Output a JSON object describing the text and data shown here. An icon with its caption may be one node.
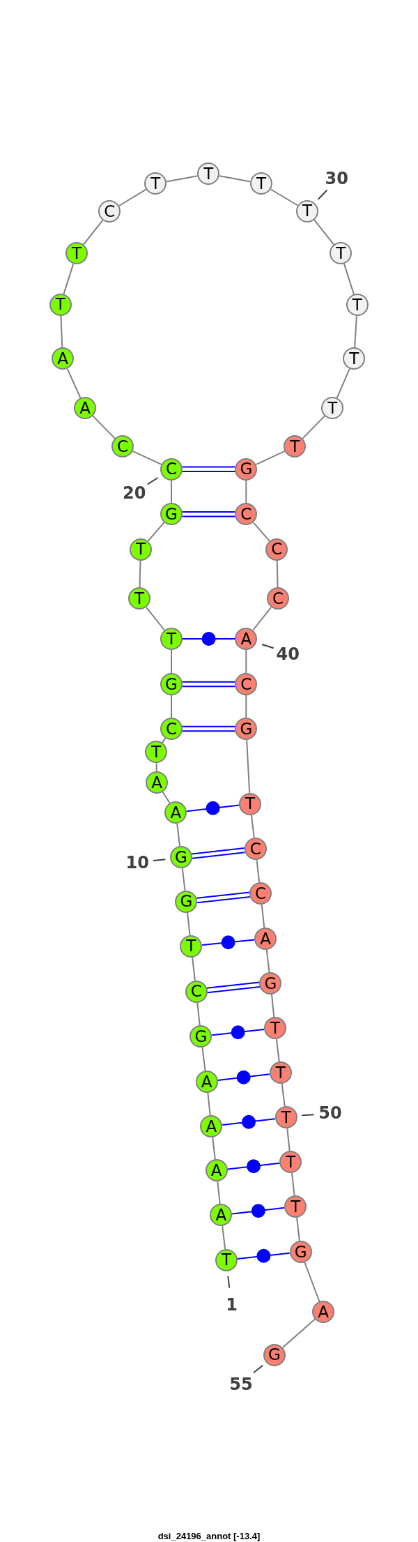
{
  "diagram": {
    "caption": "dsi_24196_annot [-13.4]",
    "nodes": [
      {
        "text": [
          "T"
        ],
        "beside": [
          "1"
        ]
      },
      {
        "text": [
          "A"
        ]
      },
      {
        "text": [
          "A"
        ]
      },
      {
        "text": [
          "A"
        ]
      },
      {
        "text": [
          "A"
        ]
      },
      {
        "text": [
          "G"
        ]
      },
      {
        "text": [
          "C"
        ]
      },
      {
        "text": [
          "T"
        ]
      },
      {
        "text": [
          "G"
        ]
      },
      {
        "text": [
          "G"
        ],
        "beside": [
          "10"
        ]
      },
      {
        "text": [
          "A"
        ]
      },
      {
        "text": [
          "A"
        ]
      },
      {
        "text": [
          "T"
        ]
      },
      {
        "text": [
          "C"
        ]
      },
      {
        "text": [
          "G"
        ]
      },
      {
        "text": [
          "T"
        ]
      },
      {
        "text": [
          "T"
        ]
      },
      {
        "text": [
          "T"
        ]
      },
      {
        "text": [
          "G"
        ]
      },
      {
        "text": [
          "C"
        ],
        "beside": [
          "20"
        ]
      },
      {
        "text": [
          "C"
        ]
      },
      {
        "text": [
          "A"
        ]
      },
      {
        "text": [
          "A"
        ]
      },
      {
        "text": [
          "T"
        ]
      },
      {
        "text": [
          "T"
        ]
      },
      {
        "text": [
          "C"
        ]
      },
      {
        "text": [
          "T"
        ]
      },
      {
        "text": [
          "T"
        ]
      },
      {
        "text": [
          "T"
        ]
      },
      {
        "text": [
          "T"
        ],
        "beside": [
          "30"
        ]
      },
      {
        "text": [
          "T"
        ]
      },
      {
        "text": [
          "T"
        ]
      },
      {
        "text": [
          "T"
        ]
      },
      {
        "text": [
          "T"
        ]
      },
      {
        "text": [
          "T"
        ]
      },
      {
        "text": [
          "G"
        ]
      },
      {
        "text": [
          "C"
        ]
      },
      {
        "text": [
          "C"
        ]
      },
      {
        "text": [
          "C"
        ]
      },
      {
        "text": [
          "A"
        ],
        "beside": [
          "40"
        ]
      },
      {
        "text": [
          "C"
        ]
      },
      {
        "text": [
          "G"
        ]
      },
      {
        "text": [
          "T"
        ]
      },
      {
        "text": [
          "C"
        ]
      },
      {
        "text": [
          "C"
        ]
      },
      {
        "text": [
          "A"
        ]
      },
      {
        "text": [
          "G"
        ]
      },
      {
        "text": [
          "T"
        ]
      },
      {
        "text": [
          "T"
        ]
      },
      {
        "text": [
          "T"
        ],
        "beside": [
          "50"
        ]
      },
      {
        "text": [
          "T"
        ]
      },
      {
        "text": [
          "T"
        ]
      },
      {
        "text": [
          "G"
        ]
      },
      {
        "text": [
          "A"
        ]
      },
      {
        "text": [
          "G"
        ],
        "beside": [
          "55"
        ]
      }
    ],
    "edges": [
      {
        "from": 0,
        "to": 1,
        "arrow": "none"
      },
      {
        "from": 1,
        "to": 2,
        "arrow": "none"
      },
      {
        "from": 2,
        "to": 3,
        "arrow": "none"
      },
      {
        "from": 3,
        "to": 4,
        "arrow": "none"
      },
      {
        "from": 4,
        "to": 5,
        "arrow": "none"
      },
      {
        "from": 5,
        "to": 6,
        "arrow": "none"
      },
      {
        "from": 6,
        "to": 7,
        "arrow": "none"
      },
      {
        "from": 7,
        "to": 8,
        "arrow": "none"
      },
      {
        "from": 8,
        "to": 9,
        "arrow": "none"
      },
      {
        "from": 9,
        "to": 10,
        "arrow": "none"
      },
      {
        "from": 10,
        "to": 11,
        "arrow": "none"
      },
      {
        "from": 11,
        "to": 12,
        "arrow": "none"
      },
      {
        "from": 12,
        "to": 13,
        "arrow": "none"
      },
      {
        "from": 13,
        "to": 14,
        "arrow": "none"
      },
      {
        "from": 14,
        "to": 15,
        "arrow": "none"
      },
      {
        "from": 15,
        "to": 16,
        "arrow": "none"
      },
      {
        "from": 16,
        "to": 17,
        "arrow": "none"
      },
      {
        "from": 17,
        "to": 18,
        "arrow": "none"
      },
      {
        "from": 18,
        "to": 19,
        "arrow": "none"
      },
      {
        "from": 19,
        "to": 20,
        "arrow": "none"
      },
      {
        "from": 20,
        "to": 21,
        "arrow": "none"
      },
      {
        "from": 21,
        "to": 22,
        "arrow": "none"
      },
      {
        "from": 22,
        "to": 23,
        "arrow": "none"
      },
      {
        "from": 23,
        "to": 24,
        "arrow": "none"
      },
      {
        "from": 24,
        "to": 25,
        "arrow": "none"
      },
      {
        "from": 25,
        "to": 26,
        "arrow": "none"
      },
      {
        "from": 26,
        "to": 27,
        "arrow": "none"
      },
      {
        "from": 27,
        "to": 28,
        "arrow": "none"
      },
      {
        "from": 28,
        "to": 29,
        "arrow": "none"
      },
      {
        "from": 29,
        "to": 30,
        "arrow": "none"
      },
      {
        "from": 30,
        "to": 31,
        "arrow": "none"
      },
      {
        "from": 31,
        "to": 32,
        "arrow": "none"
      },
      {
        "from": 32,
        "to": 33,
        "arrow": "none"
      },
      {
        "from": 33,
        "to": 34,
        "arrow": "none"
      },
      {
        "from": 34,
        "to": 35,
        "arrow": "none"
      },
      {
        "from": 35,
        "to": 36,
        "arrow": "none"
      },
      {
        "from": 36,
        "to": 37,
        "arrow": "none"
      },
      {
        "from": 37,
        "to": 38,
        "arrow": "none"
      },
      {
        "from": 38,
        "to": 39,
        "arrow": "none"
      },
      {
        "from": 39,
        "to": 40,
        "arrow": "none"
      },
      {
        "from": 40,
        "to": 41,
        "arrow": "none"
      },
      {
        "from": 41,
        "to": 42,
        "arrow": "none"
      },
      {
        "from": 42,
        "to": 43,
        "arrow": "none"
      },
      {
        "from": 43,
        "to": 44,
        "arrow": "none"
      },
      {
        "from": 44,
        "to": 45,
        "arrow": "none"
      },
      {
        "from": 45,
        "to": 46,
        "arrow": "none"
      },
      {
        "from": 46,
        "to": 47,
        "arrow": "none"
      },
      {
        "from": 47,
        "to": 48,
        "arrow": "none"
      },
      {
        "from": 48,
        "to": 49,
        "arrow": "none"
      },
      {
        "from": 49,
        "to": 50,
        "arrow": "none"
      },
      {
        "from": 50,
        "to": 51,
        "arrow": "none"
      },
      {
        "from": 51,
        "to": 52,
        "arrow": "none"
      },
      {
        "from": 52,
        "to": 53,
        "arrow": "none"
      },
      {
        "from": 53,
        "to": 54,
        "arrow": "none"
      },
      {
        "from": 0,
        "to": 52,
        "arrow": "none",
        "color": "#0000ff"
      },
      {
        "from": 1,
        "to": 51,
        "arrow": "none",
        "color": "#0000ff"
      },
      {
        "from": 2,
        "to": 50,
        "arrow": "none",
        "color": "#0000ff"
      },
      {
        "from": 3,
        "to": 49,
        "arrow": "none",
        "color": "#0000ff"
      },
      {
        "from": 4,
        "to": 48,
        "arrow": "none",
        "color": "#0000ff"
      },
      {
        "from": 5,
        "to": 47,
        "arrow": "none",
        "color": "#0000ff"
      },
      {
        "from": 6,
        "to": 46,
        "arrow": "none",
        "color": "#0000ff"
      },
      {
        "from": 7,
        "to": 45,
        "arrow": "none",
        "color": "#0000ff"
      },
      {
        "from": 8,
        "to": 44,
        "arrow": "none",
        "color": "#0000ff"
      },
      {
        "from": 9,
        "to": 43,
        "arrow": "none",
        "color": "#0000ff"
      },
      {
        "from": 10,
        "to": 42,
        "arrow": "none",
        "color": "#0000ff"
      },
      {
        "from": 13,
        "to": 41,
        "arrow": "none",
        "color": "#0000ff"
      },
      {
        "from": 14,
        "to": 40,
        "arrow": "none",
        "color": "#0000ff"
      },
      {
        "from": 15,
        "to": 39,
        "arrow": "none",
        "color": "#0000ff"
      },
      {
        "from": 18,
        "to": 36,
        "arrow": "none",
        "color": "#0000ff"
      },
      {
        "from": 19,
        "to": 35,
        "arrow": "none",
        "color": "#0000ff"
      }
    ]
  }
}
